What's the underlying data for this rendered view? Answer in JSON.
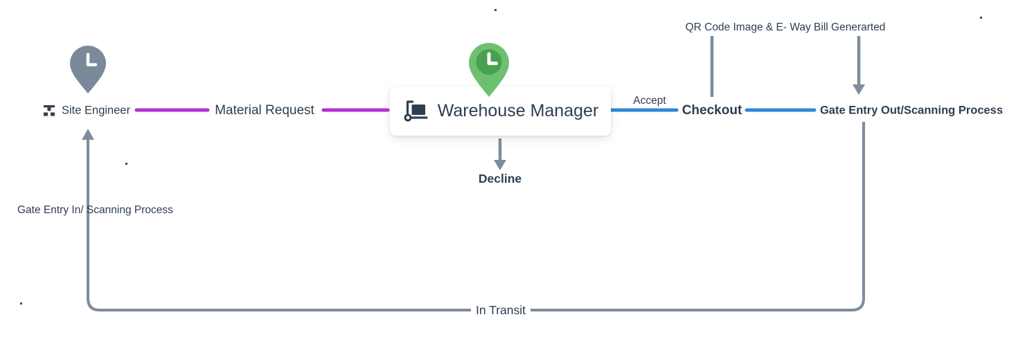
{
  "colors": {
    "text": "#2e3e50",
    "line_gray": "#7e8c9c",
    "magenta": "#b62fd1",
    "blue": "#2e87d8",
    "pin_gray": "#7b8a9a",
    "pin_green_outer": "#6cc070",
    "pin_green_inner": "#49a14e",
    "card_bg": "#ffffff"
  },
  "nodes": {
    "site_engineer": {
      "label": "Site Engineer",
      "icon": "sitemap-icon"
    },
    "material_request": {
      "label": "Material Request"
    },
    "warehouse_manager": {
      "label": "Warehouse Manager",
      "icon": "hand-truck-icon"
    },
    "checkout": {
      "label": "Checkout"
    },
    "gate_entry_out": {
      "label": "Gate Entry Out/Scanning Process"
    },
    "decline": {
      "label": "Decline"
    }
  },
  "edge_labels": {
    "accept": "Accept",
    "qr_code": "QR Code Image & E- Way Bill Generarted",
    "gate_entry_in": "Gate Entry In/ Scanning Process",
    "in_transit": "In Transit"
  },
  "markers": {
    "site_engineer_pin": "map-pin-clock-gray",
    "warehouse_manager_pin": "map-pin-clock-green"
  }
}
